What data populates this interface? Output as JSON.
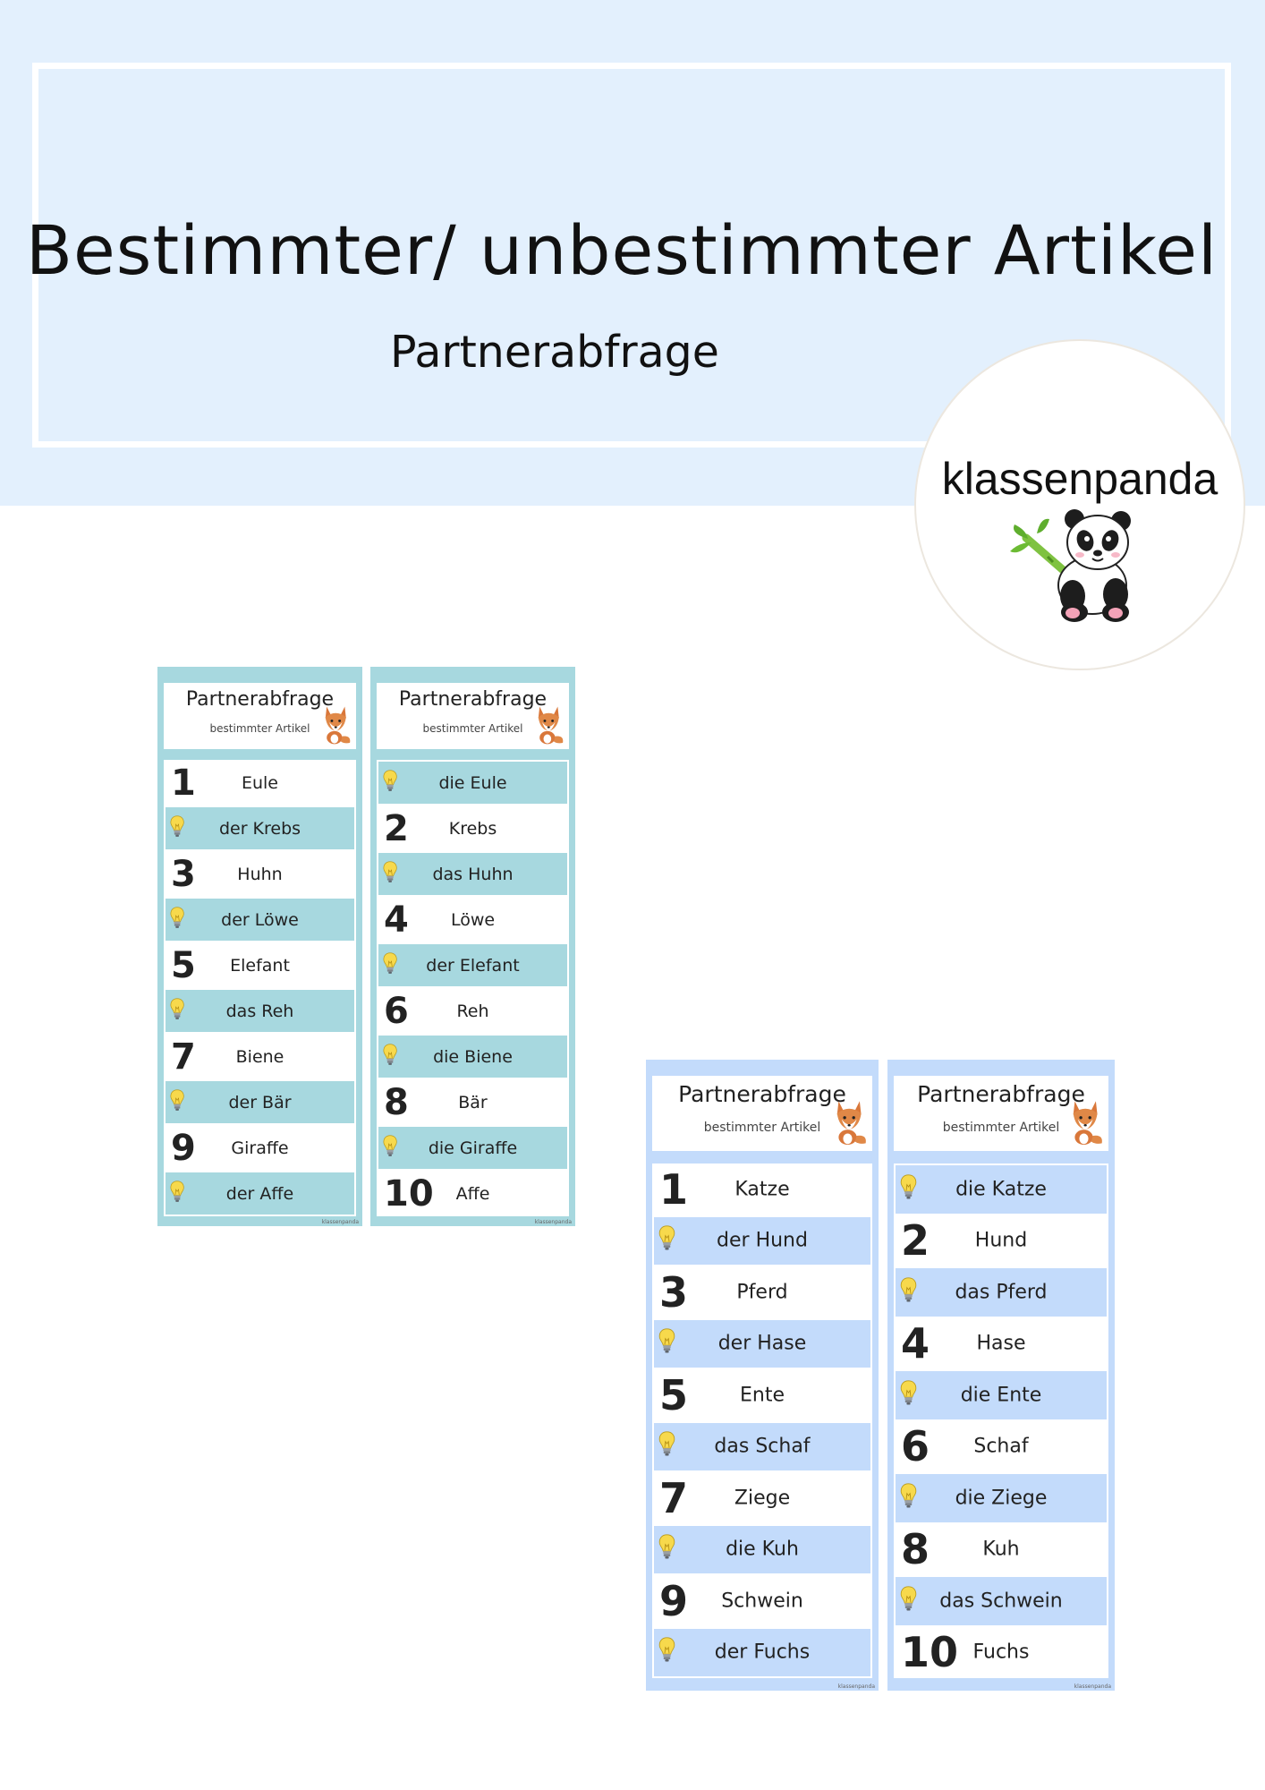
{
  "header": {
    "title": "Bestimmter/ unbestimmter Artikel",
    "subtitle": "Partnerabfrage"
  },
  "logo": {
    "text": "klassenpanda"
  },
  "colors": {
    "teal": "#a7d8df",
    "blue": "#c3dbfb",
    "headerBg": "#e3f0fd"
  },
  "cards": [
    {
      "title": "Partnerabfrage",
      "subtitle": "bestimmter Artikel",
      "brand": "klassenpanda",
      "rows": [
        {
          "kind": "num",
          "num": "1",
          "word": "Eule"
        },
        {
          "kind": "bulb",
          "word": "der Krebs"
        },
        {
          "kind": "num",
          "num": "3",
          "word": "Huhn"
        },
        {
          "kind": "bulb",
          "word": "der Löwe"
        },
        {
          "kind": "num",
          "num": "5",
          "word": "Elefant"
        },
        {
          "kind": "bulb",
          "word": "das Reh"
        },
        {
          "kind": "num",
          "num": "7",
          "word": "Biene"
        },
        {
          "kind": "bulb",
          "word": "der Bär"
        },
        {
          "kind": "num",
          "num": "9",
          "word": "Giraffe"
        },
        {
          "kind": "bulb",
          "word": "der Affe"
        }
      ]
    },
    {
      "title": "Partnerabfrage",
      "subtitle": "bestimmter Artikel",
      "brand": "klassenpanda",
      "rows": [
        {
          "kind": "bulb",
          "word": "die Eule"
        },
        {
          "kind": "num",
          "num": "2",
          "word": "Krebs"
        },
        {
          "kind": "bulb",
          "word": "das Huhn"
        },
        {
          "kind": "num",
          "num": "4",
          "word": "Löwe"
        },
        {
          "kind": "bulb",
          "word": "der Elefant"
        },
        {
          "kind": "num",
          "num": "6",
          "word": "Reh"
        },
        {
          "kind": "bulb",
          "word": "die Biene"
        },
        {
          "kind": "num",
          "num": "8",
          "word": "Bär"
        },
        {
          "kind": "bulb",
          "word": "die Giraffe"
        },
        {
          "kind": "num",
          "num": "10",
          "word": "Affe"
        }
      ]
    },
    {
      "title": "Partnerabfrage",
      "subtitle": "bestimmter Artikel",
      "brand": "klassenpanda",
      "rows": [
        {
          "kind": "num",
          "num": "1",
          "word": "Katze"
        },
        {
          "kind": "bulb",
          "word": "der Hund"
        },
        {
          "kind": "num",
          "num": "3",
          "word": "Pferd"
        },
        {
          "kind": "bulb",
          "word": "der Hase"
        },
        {
          "kind": "num",
          "num": "5",
          "word": "Ente"
        },
        {
          "kind": "bulb",
          "word": "das Schaf"
        },
        {
          "kind": "num",
          "num": "7",
          "word": "Ziege"
        },
        {
          "kind": "bulb",
          "word": "die Kuh"
        },
        {
          "kind": "num",
          "num": "9",
          "word": "Schwein"
        },
        {
          "kind": "bulb",
          "word": "der Fuchs"
        }
      ]
    },
    {
      "title": "Partnerabfrage",
      "subtitle": "bestimmter Artikel",
      "brand": "klassenpanda",
      "rows": [
        {
          "kind": "bulb",
          "word": "die Katze"
        },
        {
          "kind": "num",
          "num": "2",
          "word": "Hund"
        },
        {
          "kind": "bulb",
          "word": "das Pferd"
        },
        {
          "kind": "num",
          "num": "4",
          "word": "Hase"
        },
        {
          "kind": "bulb",
          "word": "die Ente"
        },
        {
          "kind": "num",
          "num": "6",
          "word": "Schaf"
        },
        {
          "kind": "bulb",
          "word": "die Ziege"
        },
        {
          "kind": "num",
          "num": "8",
          "word": "Kuh"
        },
        {
          "kind": "bulb",
          "word": "das Schwein"
        },
        {
          "kind": "num",
          "num": "10",
          "word": "Fuchs"
        }
      ]
    }
  ]
}
